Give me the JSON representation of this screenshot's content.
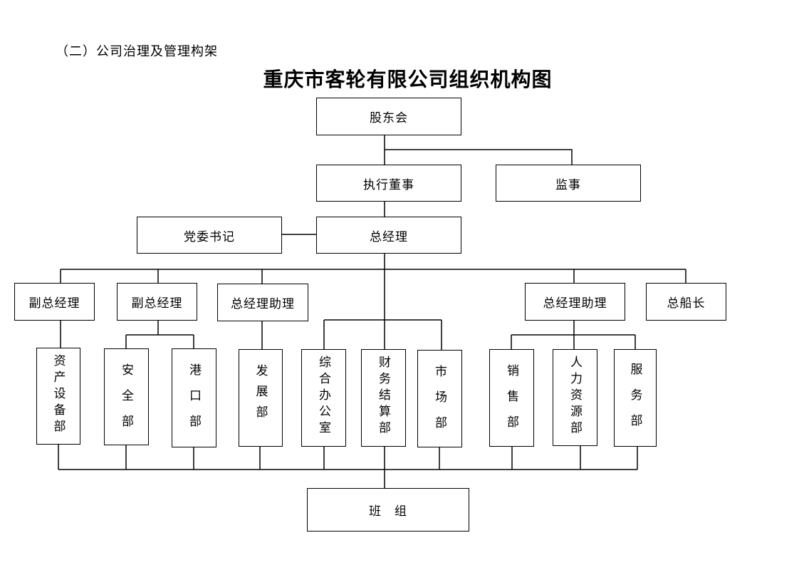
{
  "section_heading": "（二）公司治理及管理构架",
  "title": "重庆市客轮有限公司组织机构图",
  "nodes": {
    "shareholders": "股东会",
    "executive_director": "执行董事",
    "supervisor": "监事",
    "party_secretary": "党委书记",
    "general_manager": "总经理",
    "deputy_gm_1": "副总经理",
    "deputy_gm_2": "副总经理",
    "gm_assistant_1": "总经理助理",
    "gm_assistant_2": "总经理助理",
    "chief_captain": "总船长",
    "dept_assets": "资产设备部",
    "dept_safety": "安全部",
    "dept_port": "港口部",
    "dept_development": "发展部",
    "dept_admin_office": "综合办公室",
    "dept_finance": "财务结算部",
    "dept_market": "市场部",
    "dept_sales": "销售部",
    "dept_hr": "人力资源部",
    "dept_service": "服务部",
    "team": "班　组"
  }
}
